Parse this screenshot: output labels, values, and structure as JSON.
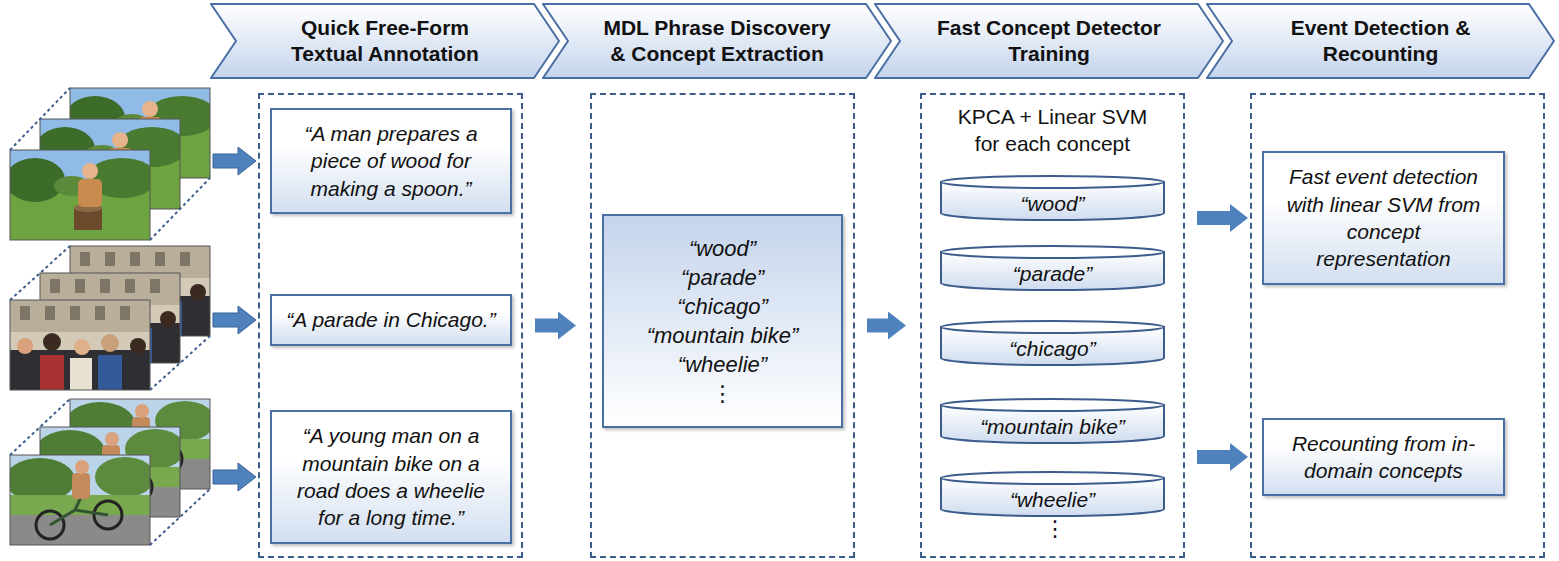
{
  "diagram": {
    "nodes": [
      {
        "text": [
          "Quick Free-Form Textual Annotation"
        ]
      },
      {
        "text": [
          "MDL Phrase Discovery & Concept Extraction"
        ]
      },
      {
        "text": [
          "Fast Concept Detector Training"
        ]
      },
      {
        "text": [
          "Event Detection & Recounting"
        ]
      },
      {},
      {
        "text": [
          "“A man prepares a piece of wood for making a spoon.”"
        ],
        "in": 4
      },
      {
        "text": [
          "“A parade in Chicago.”"
        ],
        "in": 4
      },
      {
        "text": [
          "“A young man on a mountain bike on a road does a wheelie for a long time.”"
        ],
        "in": 4
      },
      {},
      {
        "text": [
          "“wood”",
          "“parade”",
          "“chicago”",
          "“mountain bike”",
          "“wheelie”",
          "⋮"
        ],
        "in": 8
      },
      {
        "text": [
          "KPCA + Linear SVM for each concept"
        ]
      },
      {
        "text": [
          "“wood”"
        ],
        "in": 10
      },
      {
        "text": [
          "“parade”"
        ],
        "in": 10
      },
      {
        "text": [
          "“chicago”"
        ],
        "in": 10
      },
      {
        "text": [
          "“mountain bike”"
        ],
        "in": 10
      },
      {
        "text": [
          "“wheelie”"
        ],
        "in": 10
      },
      {},
      {
        "text": [
          "Fast event detection with linear SVM from concept representation"
        ],
        "in": 16
      },
      {
        "text": [
          "Recounting from in-domain concepts"
        ],
        "in": 16
      }
    ],
    "edges": [
      {
        "from": 4,
        "to": 8,
        "arrow": "to"
      },
      {
        "from": 8,
        "to": 10,
        "arrow": "to"
      },
      {
        "from": 10,
        "to": 17,
        "arrow": "to"
      },
      {
        "from": 10,
        "to": 18,
        "arrow": "to"
      }
    ],
    "labels": [
      "⋮"
    ]
  }
}
